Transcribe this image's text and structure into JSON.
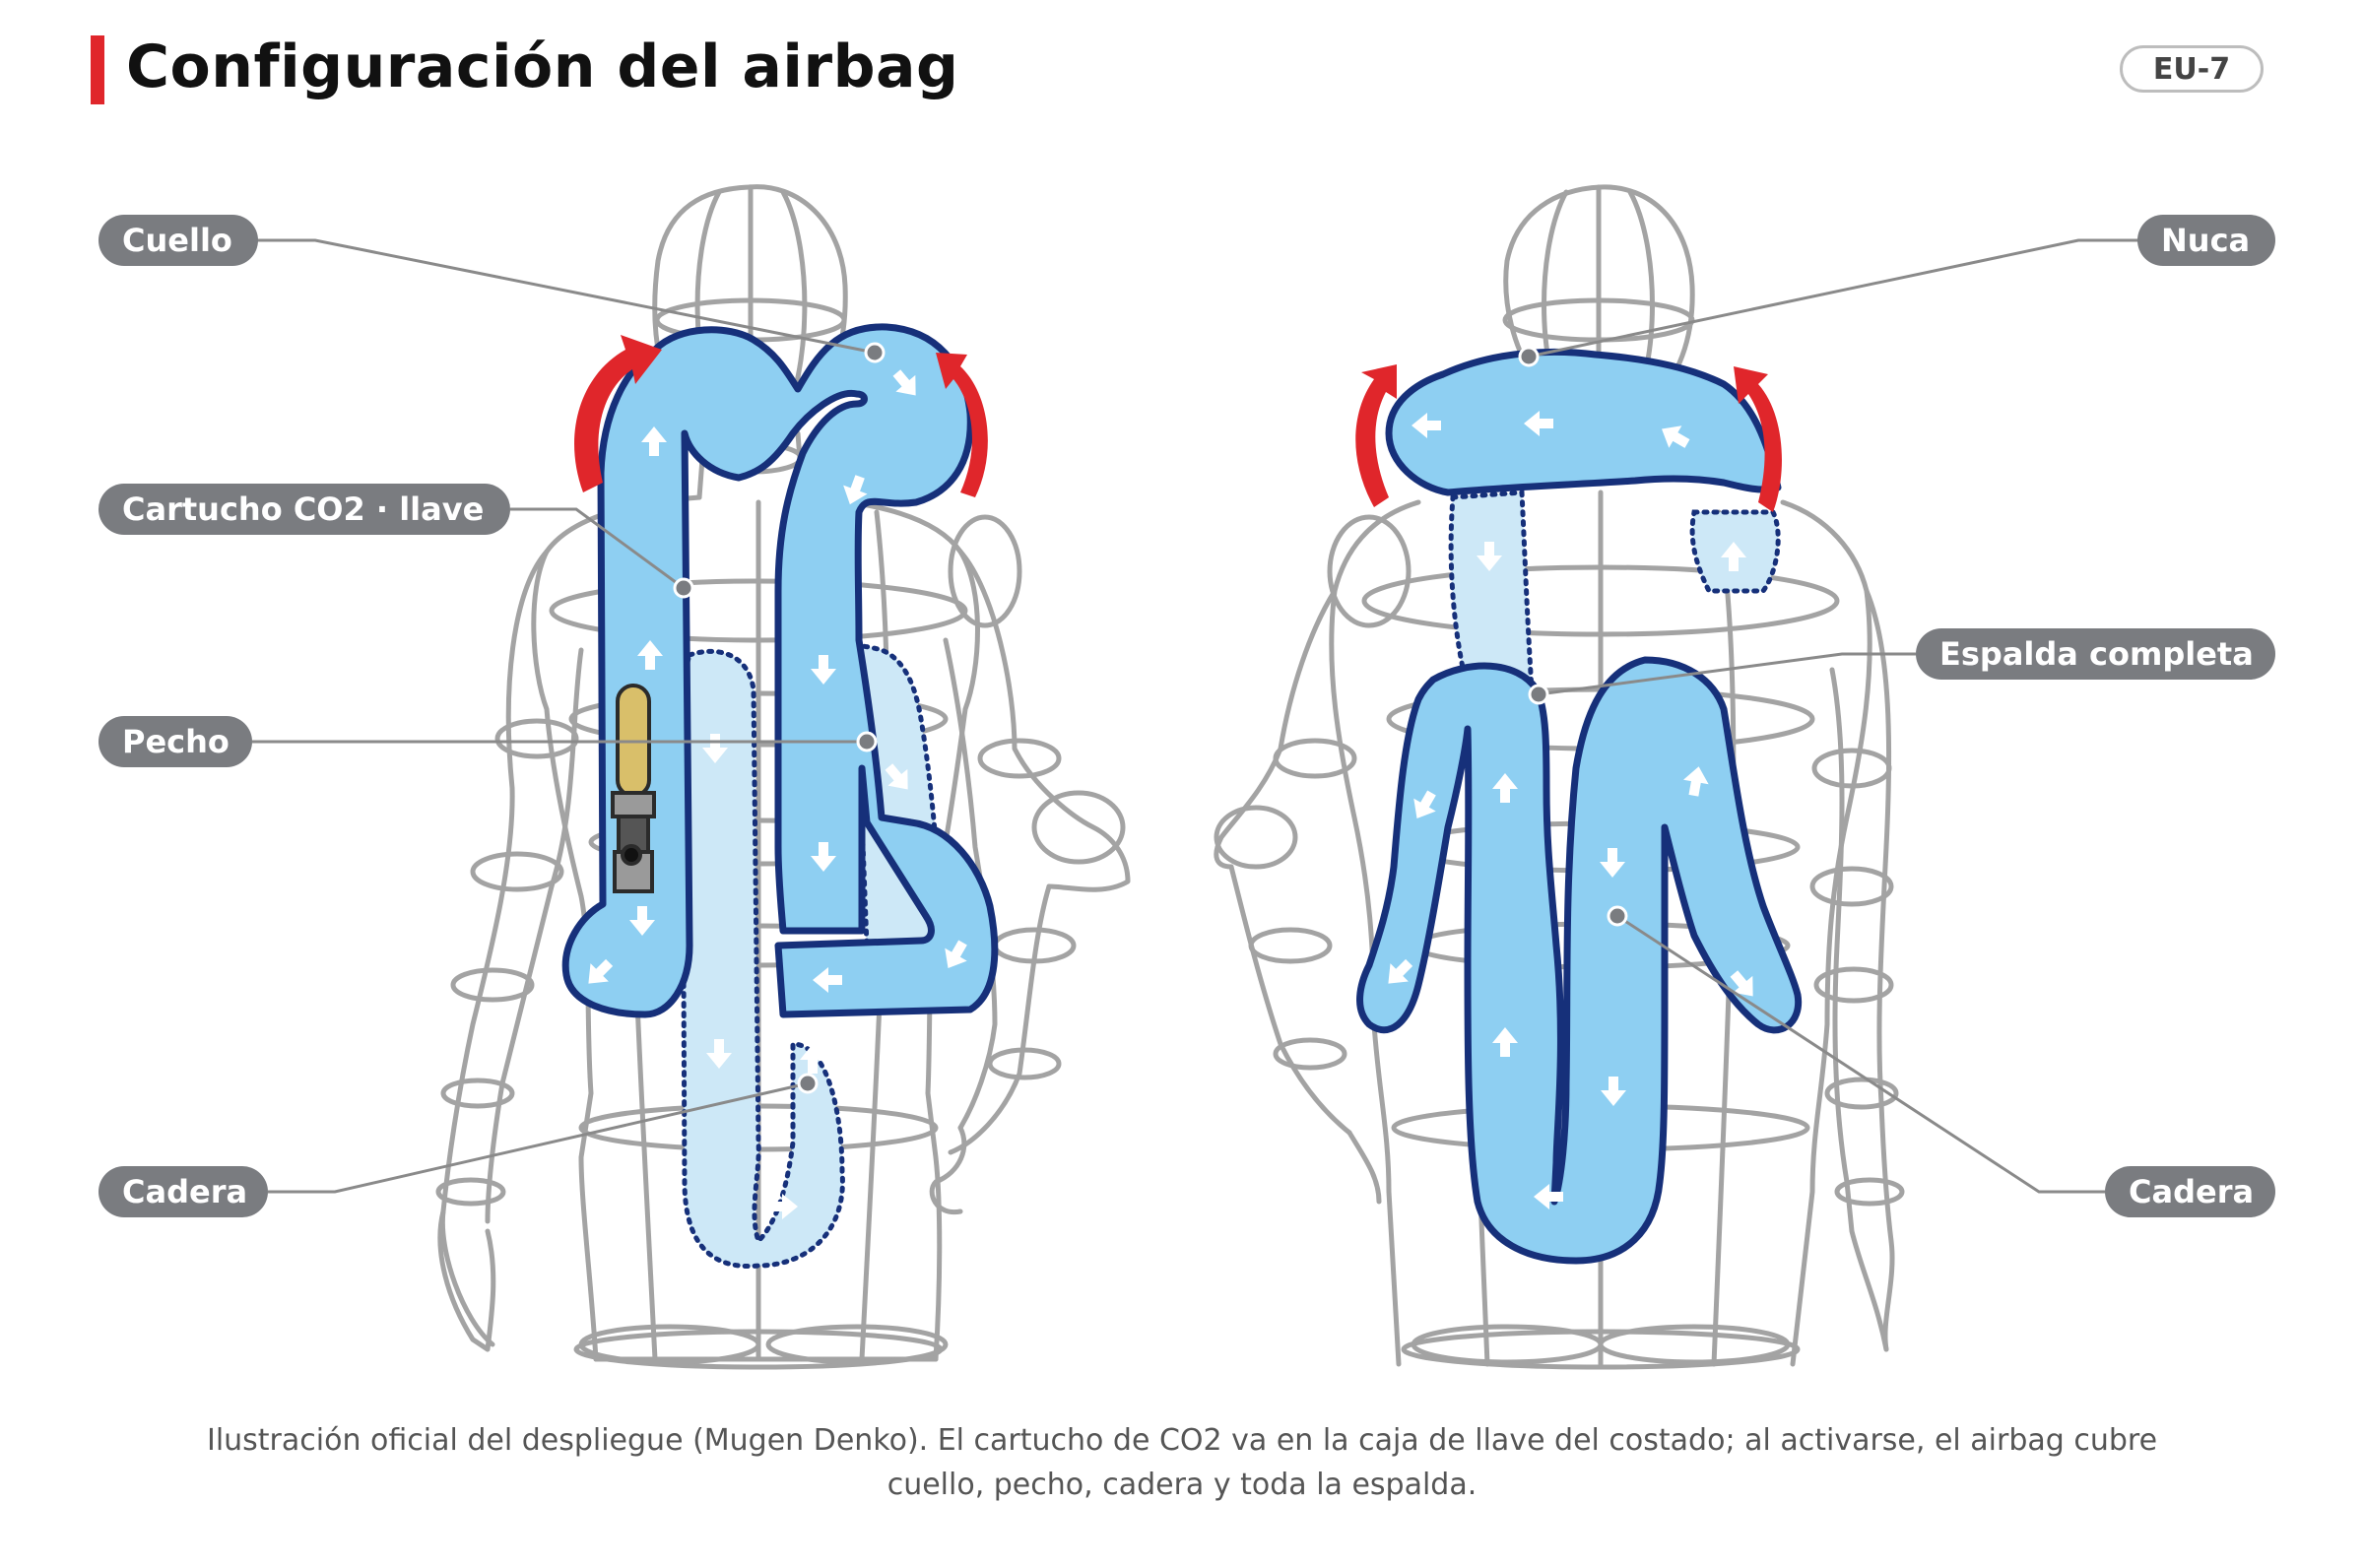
{
  "header": {
    "title": "Configuración del airbag",
    "badge": "EU-7"
  },
  "labels": {
    "cuello": "Cuello",
    "cartucho": "Cartucho CO2 · llave",
    "pecho": "Pecho",
    "cadera_front": "Cadera",
    "nuca": "Nuca",
    "espalda": "Espalda completa",
    "cadera_back": "Cadera"
  },
  "caption": {
    "line1": "Ilustración oficial del despliegue (Mugen Denko). El cartucho de CO2 va en la caja de llave del costado; al activarse, el airbag cubre",
    "line2": "cuello, pecho, cadera y toda la espalda."
  },
  "colors": {
    "accent": "#e0262b",
    "airbag_fill": "#8ecff2",
    "airbag_stroke": "#16307a",
    "body_outline": "#9e9e9e",
    "pill": "#7a7c80",
    "arrow_red": "#e0262b"
  }
}
